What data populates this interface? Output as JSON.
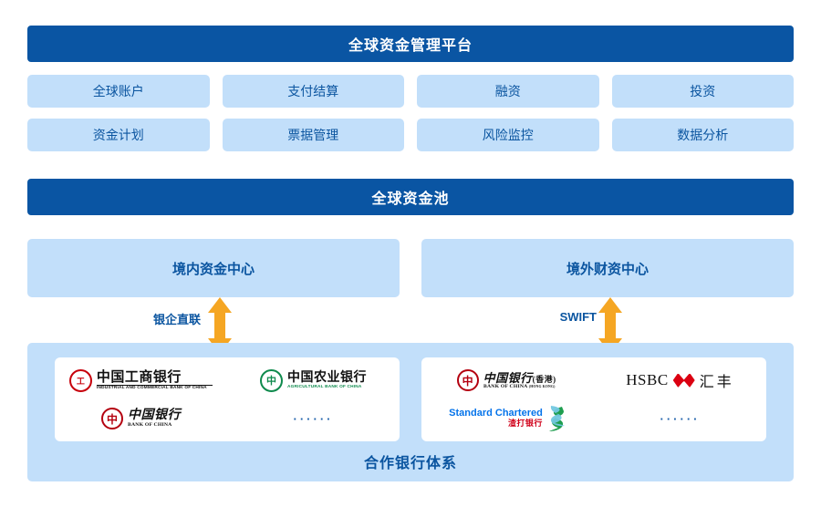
{
  "platform": {
    "title": "全球资金管理平台"
  },
  "modules": {
    "row1": [
      {
        "label": "全球账户"
      },
      {
        "label": "支付结算"
      },
      {
        "label": "融资"
      },
      {
        "label": "投资"
      }
    ],
    "row2": [
      {
        "label": "资金计划"
      },
      {
        "label": "票据管理"
      },
      {
        "label": "风险监控"
      },
      {
        "label": "数据分析"
      }
    ]
  },
  "pool": {
    "title": "全球资金池"
  },
  "centers": [
    {
      "label": "境内资金中心",
      "connector": "银企直联"
    },
    {
      "label": "境外财资中心",
      "connector": "SWIFT"
    }
  ],
  "partners": {
    "label": "合作银行体系",
    "domestic": [
      {
        "cn": "中国工商银行",
        "en": "INDUSTRIAL AND COMMERCIAL BANK OF CHINA",
        "mark": "icbc-seal"
      },
      {
        "cn": "中国农业银行",
        "en": "AGRICULTURAL BANK OF CHINA",
        "mark": "abc-seal"
      },
      {
        "cn": "中国银行",
        "en": "BANK OF CHINA",
        "mark": "boc-seal"
      },
      {
        "cn": "······",
        "en": "",
        "mark": "ellipsis"
      }
    ],
    "offshore": [
      {
        "cn": "中国银行",
        "cn_suffix": "(香港)",
        "en": "BANK OF CHINA",
        "en_suffix": "(HONG KONG)",
        "mark": "bochk-seal"
      },
      {
        "cn": "汇丰",
        "en": "HSBC",
        "mark": "hsbc-hexagon"
      },
      {
        "cn": "渣打银行",
        "en": "Standard Chartered",
        "mark": "sc-swirl"
      },
      {
        "cn": "······",
        "en": "",
        "mark": "ellipsis"
      }
    ]
  },
  "colors": {
    "primary_blue": "#0a55a3",
    "light_blue": "#c2dffa",
    "accent_orange": "#f5a623",
    "text_blue": "#0b55a0"
  }
}
